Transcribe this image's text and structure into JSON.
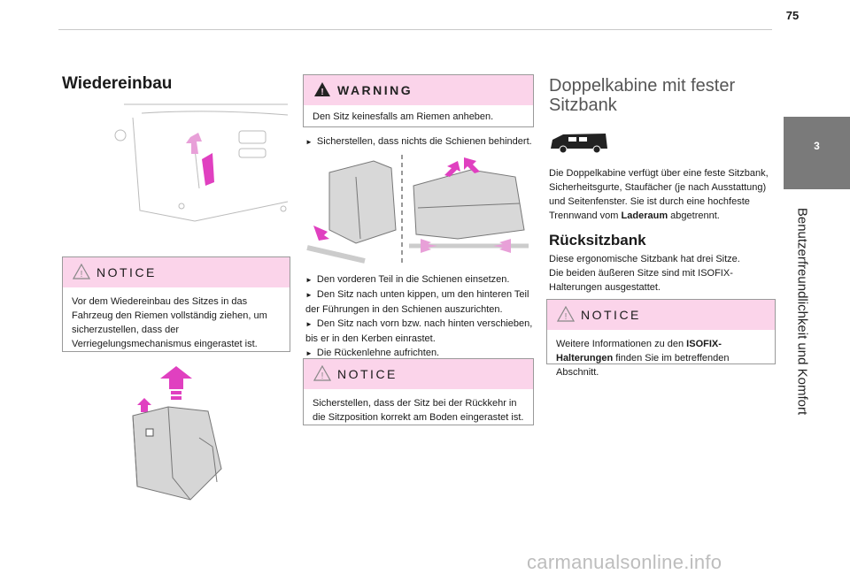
{
  "page_number": "75",
  "chapter": {
    "number": "3",
    "title": "Benutzerfreundlichkeit und Komfort"
  },
  "col1": {
    "heading": "Wiedereinbau",
    "notice": {
      "label": "NOTICE",
      "text": "Vor dem Wiedereinbau des Sitzes in das Fahrzeug den Riemen vollständig ziehen, um sicherzustellen, dass der Verriegelungsmechanismus eingerastet ist."
    }
  },
  "col2": {
    "warning": {
      "label": "WARNING",
      "text": "Den Sitz keinesfalls am Riemen anheben."
    },
    "step1": "Sicherstellen, dass nichts die Schienen behindert.",
    "steps": [
      "Den vorderen Teil in die Schienen einsetzen.",
      "Den Sitz nach unten kippen, um den hinteren Teil der Führungen in den Schienen auszurichten.",
      "Den Sitz nach vorn bzw. nach hinten verschieben, bis er in den Kerben einrastet.",
      "Die Rückenlehne aufrichten."
    ],
    "notice": {
      "label": "NOTICE",
      "text": "Sicherstellen, dass der Sitz bei der Rückkehr in die Sitzposition korrekt am Boden eingerastet ist."
    }
  },
  "col3": {
    "title_line1": "Doppelkabine mit fester",
    "title_line2": "Sitzbank",
    "intro": "Die Doppelkabine verfügt über eine feste Sitzbank, Sicherheitsgurte, Staufächer (je nach Ausstattung) und Seitenfenster. Sie ist durch eine hochfeste Trennwand vom",
    "intro_bold": "Laderaum",
    "intro_end": " abgetrennt.",
    "subheading": "Rücksitzbank",
    "body": "Diese ergonomische Sitzbank hat drei Sitze. Die beiden äußeren Sitze sind mit ISOFIX-Halterungen ausgestattet.",
    "notice": {
      "label": "NOTICE",
      "text_pre": "Weitere Informationen zu den ",
      "text_bold": "ISOFIX-Halterungen",
      "text_post": " finden Sie im betreffenden Abschnitt."
    }
  },
  "watermark": "carmanualsonline.info",
  "colors": {
    "notice_bg": "#fbd4ea",
    "arrow_magenta": "#e040c0",
    "sidetab": "#7a7a7a"
  }
}
